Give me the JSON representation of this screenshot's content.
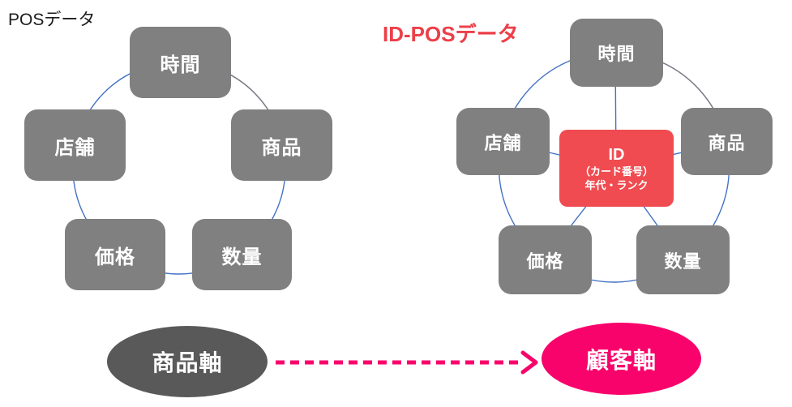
{
  "left_diagram": {
    "title": "POSデータ",
    "nodes": [
      {
        "label": "時間"
      },
      {
        "label": "店舗"
      },
      {
        "label": "商品"
      },
      {
        "label": "価格"
      },
      {
        "label": "数量"
      }
    ]
  },
  "right_diagram": {
    "title": "ID-POSデータ",
    "nodes": [
      {
        "label": "時間"
      },
      {
        "label": "店舗"
      },
      {
        "label": "商品"
      },
      {
        "label": "価格"
      },
      {
        "label": "数量"
      }
    ],
    "center_node": {
      "line1": "ID",
      "line2": "（カード番号）",
      "line3": "年代・ランク"
    }
  },
  "bottom_flow": {
    "from_label": "商品軸",
    "to_label": "顧客軸"
  },
  "colors": {
    "node_gray": "#808080",
    "center_red": "#EF4B50",
    "title_red": "#EC3F48",
    "circle_blue": "#4472C4",
    "arc_gray": "#7F7F7F",
    "axis_dark_gray": "#595959",
    "axis_pink": "#F8036B"
  }
}
